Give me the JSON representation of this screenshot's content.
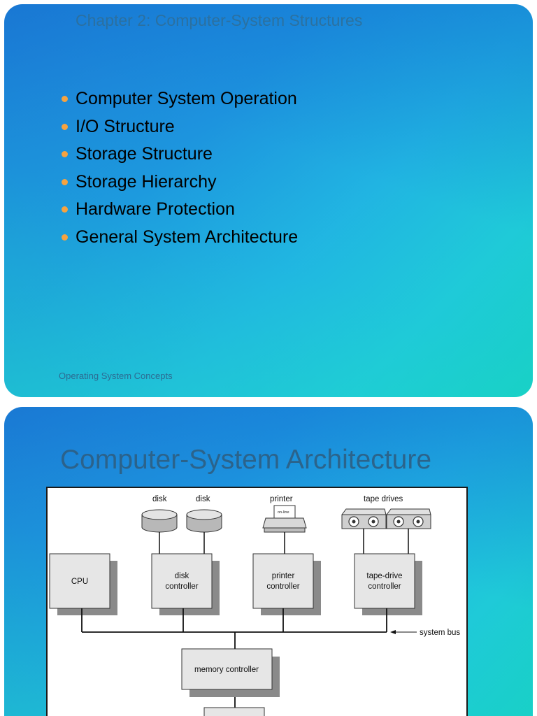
{
  "slide1": {
    "title": "Chapter 2:  Computer-System Structures",
    "bullets": [
      "Computer System Operation",
      "I/O Structure",
      "Storage Structure",
      "Storage Hierarchy",
      "Hardware Protection",
      "General System Architecture"
    ],
    "footer": "Operating System Concepts"
  },
  "slide2": {
    "title": "Computer-System Architecture",
    "diagram": {
      "device_labels": [
        "disk",
        "disk",
        "printer",
        "tape drives"
      ],
      "printer_panel_label": "on-line",
      "cpu_label": "CPU",
      "disk_controller": [
        "disk",
        "controller"
      ],
      "printer_controller": [
        "printer",
        "controller"
      ],
      "tape_controller": [
        "tape-drive",
        "controller"
      ],
      "bus_label": "system bus",
      "memory_controller": "memory controller"
    }
  },
  "colors": {
    "bullet": "#f6a340",
    "title_text": "#2f6e97",
    "slide_gradient_start": "#1a7ad4",
    "slide_gradient_end": "#17d2c2"
  }
}
